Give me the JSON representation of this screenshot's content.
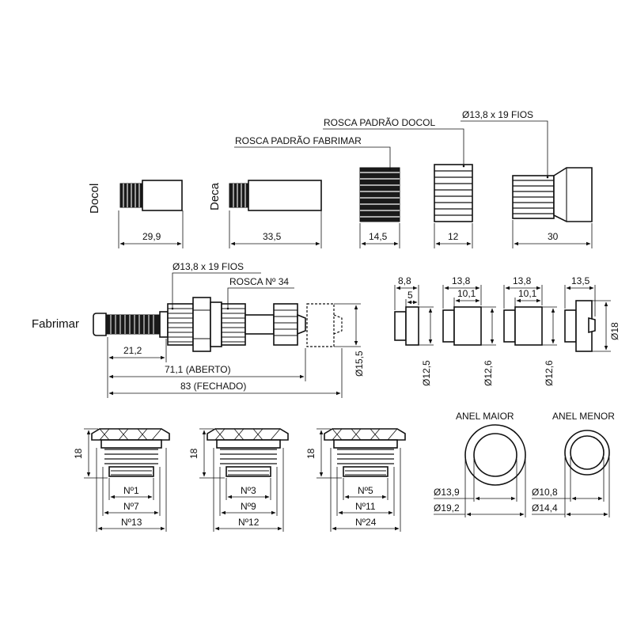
{
  "labels": {
    "docol": "Docol",
    "deca": "Deca",
    "fabrimar": "Fabrimar",
    "rosca_fabrimar": "ROSCA PADRÃO FABRIMAR",
    "rosca_docol": "ROSCA PADRÃO DOCOL",
    "diam_19_fios_top": "Ø13,8 x 19 FIOS",
    "diam_19_fios_mid": "Ø13,8 x 19 FIOS",
    "rosca_34": "ROSCA Nº 34",
    "anel_maior": "ANEL MAIOR",
    "anel_menor": "ANEL MENOR"
  },
  "dims": {
    "d_29_9": "29,9",
    "d_33_5": "33,5",
    "d_14_5": "14,5",
    "d_12": "12",
    "d_30": "30",
    "d_21_2": "21,2",
    "d_71_1": "71,1 (ABERTO)",
    "d_83": "83 (FECHADO)",
    "d_15_5": "Ø15,5",
    "d_8_8": "8,8",
    "d_5": "5",
    "d_13_8a": "13,8",
    "d_10_1a": "10,1",
    "d_13_8b": "13,8",
    "d_10_1b": "10,1",
    "d_13_5": "13,5",
    "d_18_dia": "Ø18",
    "d_12_5": "Ø12,5",
    "d_12_6a": "Ø12,6",
    "d_12_6b": "Ø12,6",
    "d_18_a": "18",
    "d_18_b": "18",
    "d_18_c": "18",
    "n1": "Nº1",
    "n7": "Nº7",
    "n13": "Nº13",
    "n3": "Nº3",
    "n9": "Nº9",
    "n12": "Nº12",
    "n5": "Nº5",
    "n11": "Nº11",
    "n24": "Nº24",
    "d_13_9": "Ø13,9",
    "d_19_2": "Ø19,2",
    "d_10_8": "Ø10,8",
    "d_14_4": "Ø14,4"
  }
}
